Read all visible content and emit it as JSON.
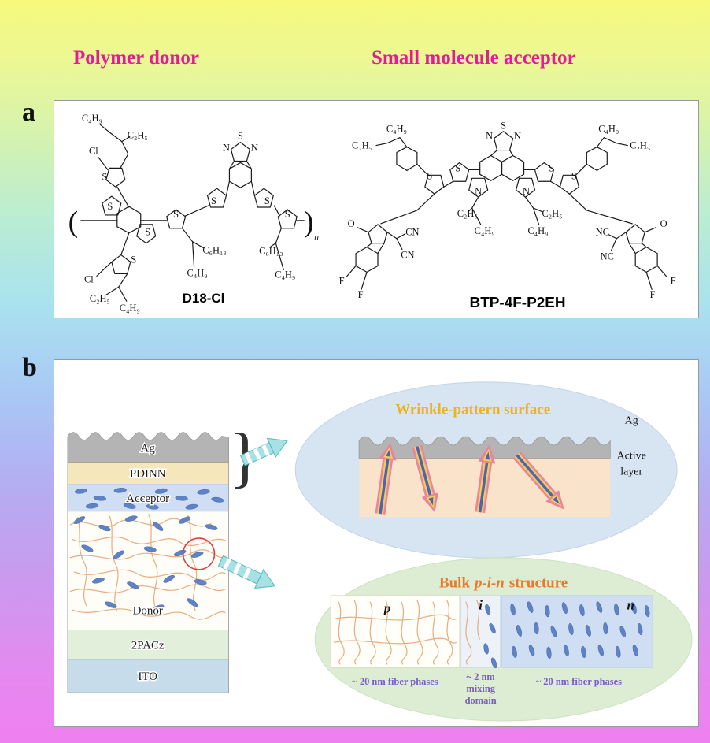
{
  "headers": {
    "polymer_donor": "Polymer donor",
    "small_molecule_acceptor": "Small molecule acceptor"
  },
  "panels": {
    "a_label": "a",
    "b_label": "b"
  },
  "molecules": {
    "d18cl": {
      "name": "D18-Cl",
      "bracket_open": "(",
      "bracket_close": ")",
      "labels": [
        "C₄H₉",
        "C₂H₅",
        "Cl",
        "S",
        "S",
        "S",
        "S",
        "Cl",
        "C₂H₅",
        "C₄H₉",
        "S",
        "C₆H₁₃",
        "C₄H₉",
        "S",
        "N",
        "N",
        "S",
        "S",
        "S",
        "C₆H₁₃",
        "C₄H₉",
        "n"
      ]
    },
    "btp4f": {
      "name": "BTP-4F-P2EH",
      "labels": [
        "C₄H₉",
        "C₂H₅",
        "C₄H₉",
        "C₂H₅",
        "S",
        "N",
        "N",
        "S",
        "S",
        "N",
        "N",
        "C₂H₅",
        "C₄H₉",
        "C₂H₅",
        "C₄H₉",
        "S",
        "S",
        "O",
        "CN",
        "CN",
        "F",
        "F",
        "O",
        "NC",
        "NC",
        "F",
        "F"
      ]
    }
  },
  "device": {
    "brace": "}",
    "layers": [
      {
        "name": "Ag"
      },
      {
        "name": "PDINN"
      },
      {
        "name": "Acceptor"
      },
      {
        "name": "Donor"
      },
      {
        "name": "2PACz"
      },
      {
        "name": "ITO"
      }
    ]
  },
  "wrinkle": {
    "title": "Wrinkle-pattern surface",
    "ag": "Ag",
    "active_line1": "Active",
    "active_line2": "layer"
  },
  "bulk": {
    "title_pre": "Bulk",
    "title_italic": "p-i-n",
    "title_post": "structure",
    "p_label": "p",
    "i_label": "i",
    "n_label": "n",
    "caption_p": "~ 20 nm fiber phases",
    "caption_i_line1": "~ 2 nm",
    "caption_i_line2": "mixing",
    "caption_i_line3": "domain",
    "caption_n": "~ 20 nm fiber phases"
  },
  "colors": {
    "header_pink": "#e8189c",
    "wrinkle_title_gold": "#e9b41f",
    "bulk_title_orange": "#e87a28",
    "caption_purple": "#7b5ec6",
    "layer_ag": "#b4b4b4",
    "layer_pdinn": "#f6e6bb",
    "layer_acceptor": "#cfdef2",
    "layer_donor": "#fffdf8",
    "layer_2pacz": "#e2efdb",
    "layer_ito": "#c6dcea",
    "acceptor_molecule_blue": "#5f82c4",
    "fiber_orange": "#e9ab7e"
  }
}
